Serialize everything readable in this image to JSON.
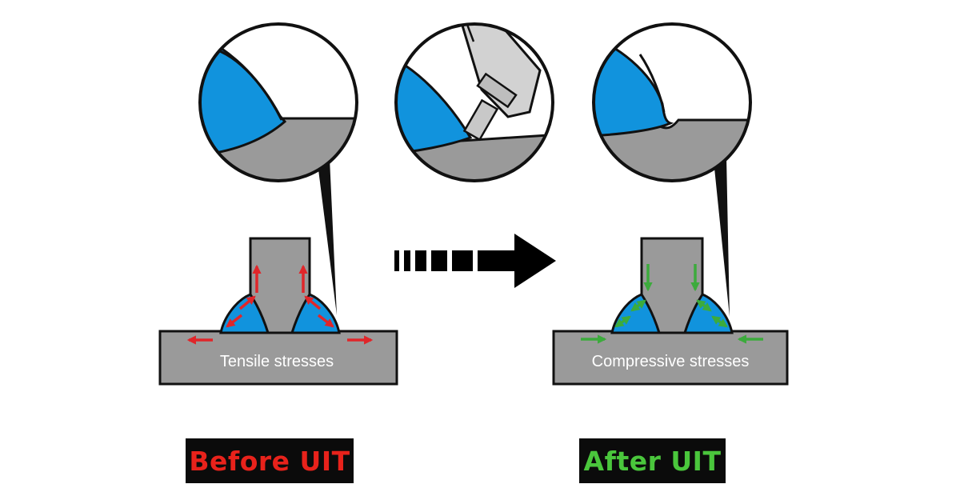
{
  "diagram": {
    "before": {
      "stress_label": "Tensile stresses",
      "badge_label": "Before UIT",
      "arrow_color": "#e0262a",
      "badge_text_color": "#e8221b"
    },
    "after": {
      "stress_label": "Compressive stresses",
      "badge_label": "After UIT",
      "arrow_color": "#3cab3c",
      "badge_text_color": "#4ac63c"
    },
    "colors": {
      "weld_bead": "#1193dd",
      "steel_plate": "#9a9a9a",
      "outline": "#111111"
    },
    "icons": [
      "dashed-arrow-icon",
      "uit-tool-icon",
      "magnifier-callout-icon"
    ]
  }
}
